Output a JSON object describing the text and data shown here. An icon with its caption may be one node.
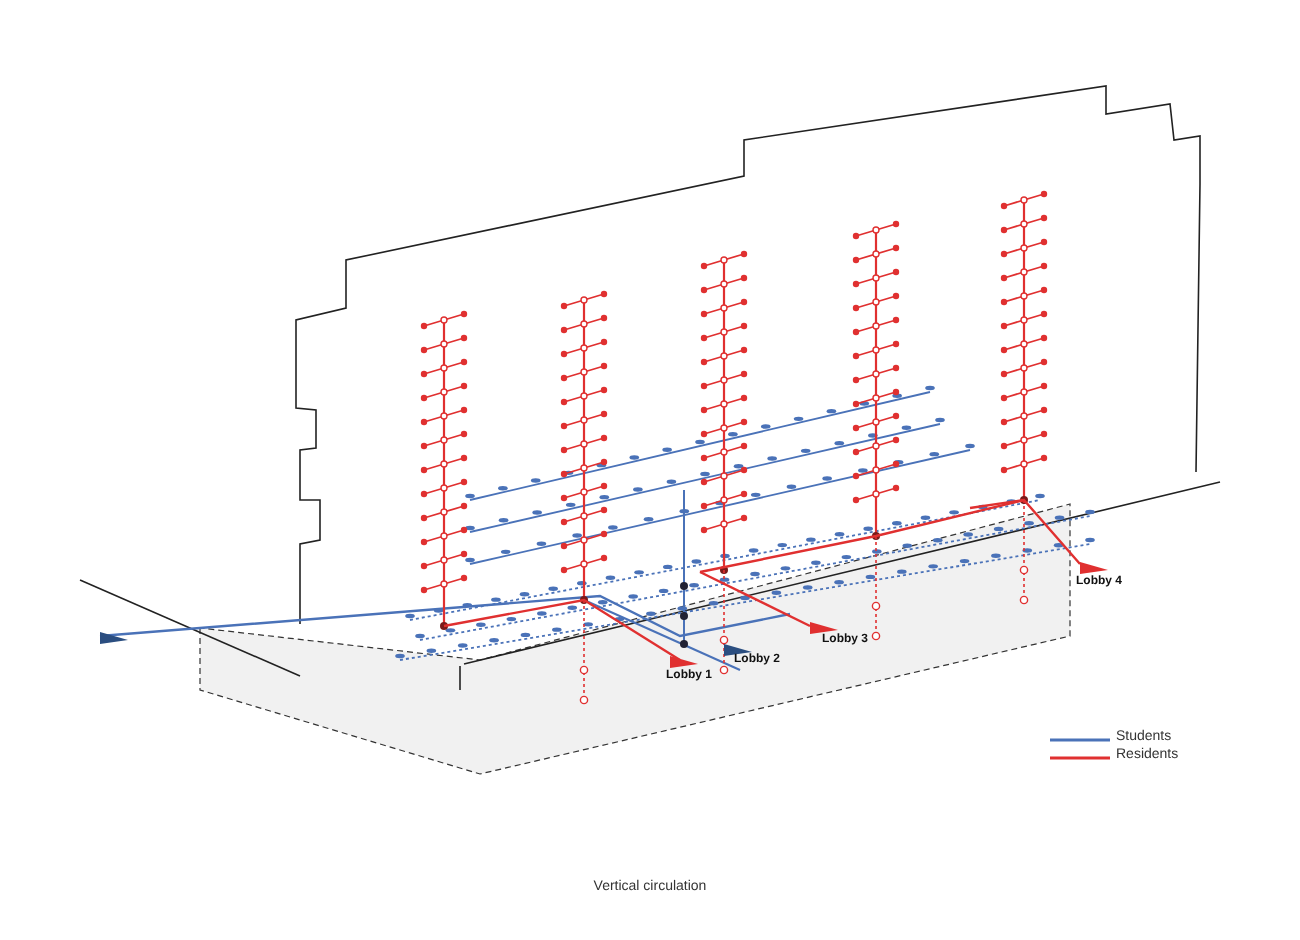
{
  "diagram": {
    "caption": "Vertical circulation",
    "labels": [
      "Lobby 4",
      "Lobby 2",
      "Lobby 3",
      "Lobby 1"
    ],
    "legend": [
      {
        "text": "Students",
        "color": "#4a72b8"
      },
      {
        "text": "Residents",
        "color": "#e03030"
      }
    ]
  }
}
